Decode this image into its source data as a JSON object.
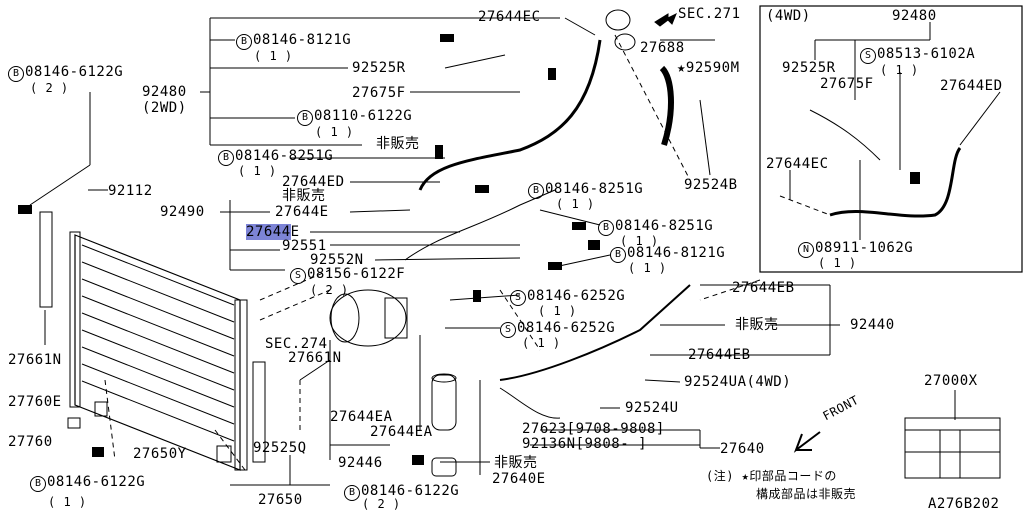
{
  "callouts": {
    "p27644ec": "27644EC",
    "sec271": "SEC.271",
    "b08146_8121g_top": "08146-8121G",
    "qty_1_a": "( 1 )",
    "p27688": "27688",
    "p92525r": "92525R",
    "p92590m": "★92590M",
    "p92480": "92480",
    "p2wd": "(2WD)",
    "p27675f": "27675F",
    "b08110_6122g": "08110-6122G",
    "qty_1_b": "( 1 )",
    "hihanbai_a": "非販売",
    "b08146_6122g_left": "08146-6122G",
    "qty_2_left": "( 2 )",
    "b08146_8251g_a": "08146-8251G",
    "qty_1_c": "( 1 )",
    "p27644ed": "27644ED",
    "p92524b": "92524B",
    "p92112": "92112",
    "b08146_8251g_b": "08146-8251G",
    "qty_1_d": "( 1 )",
    "hihanbai_b": "非販売",
    "p92490": "92490",
    "p27644e": "27644E",
    "b08146_8251g_c": "08146-8251G",
    "qty_1_e": "( 1 )",
    "p27644_highlight": "27644",
    "p27644_suffix": "E",
    "p92551": "92551",
    "b08146_8121g_b": "08146-8121G",
    "qty_1_f": "( 1 )",
    "p92552n": "92552N",
    "s08156_6122f": "08156-6122F",
    "qty_2_s": "( 2 )",
    "p27644eb_top": "27644EB",
    "s08146_6252g_a": "08146-6252G",
    "qty_1_g": "( 1 )",
    "p27661n_left": "27661N",
    "sec274": "SEC.274",
    "p27661n_mid": "27661N",
    "s08146_6252g_b": "08146-6252G",
    "qty_1_h": "( 1 )",
    "hihanbai_c": "非販売",
    "p92440": "92440",
    "p27644eb_mid": "27644EB",
    "p92524ua": "92524UA(4WD)",
    "p27760e": "27760E",
    "p27760": "27760",
    "p27644ea_a": "27644EA",
    "p27644ea_b": "27644EA",
    "p92524u": "92524U",
    "p27623": "27623[9708-9808]",
    "p92136n": "92136N[9808-    ]",
    "p27640": "27640",
    "p27650y": "27650Y",
    "p92525q": "92525Q",
    "p92446": "92446",
    "hihanbai_d": "非販売",
    "b08146_6122g_bottom": "08146-6122G",
    "qty_1_bottom": "( 1 )",
    "b08146_6122g_bottom2": "08146-6122G",
    "qty_2_bottom2": "( 2 )",
    "p27640e": "27640E",
    "p27650": "27650",
    "p27000x": "27000X",
    "front": "FRONT",
    "note_line1": "(注) ★印部品コードの",
    "note_line2": "構成部品は非販売",
    "diagram_id": "A276B202",
    "badge_b": "B",
    "badge_s": "S",
    "badge_n": "N"
  },
  "inset": {
    "title": "(4WD)",
    "p92480": "92480",
    "p92525r": "92525R",
    "s08513_6102a": "08513-6102A",
    "qty_1": "( 1 )",
    "p27675f": "27675F",
    "p27644ed": "27644ED",
    "p27644ec": "27644EC",
    "n08911_1062g": "08911-1062G",
    "qty_1_n": "( 1 )"
  }
}
